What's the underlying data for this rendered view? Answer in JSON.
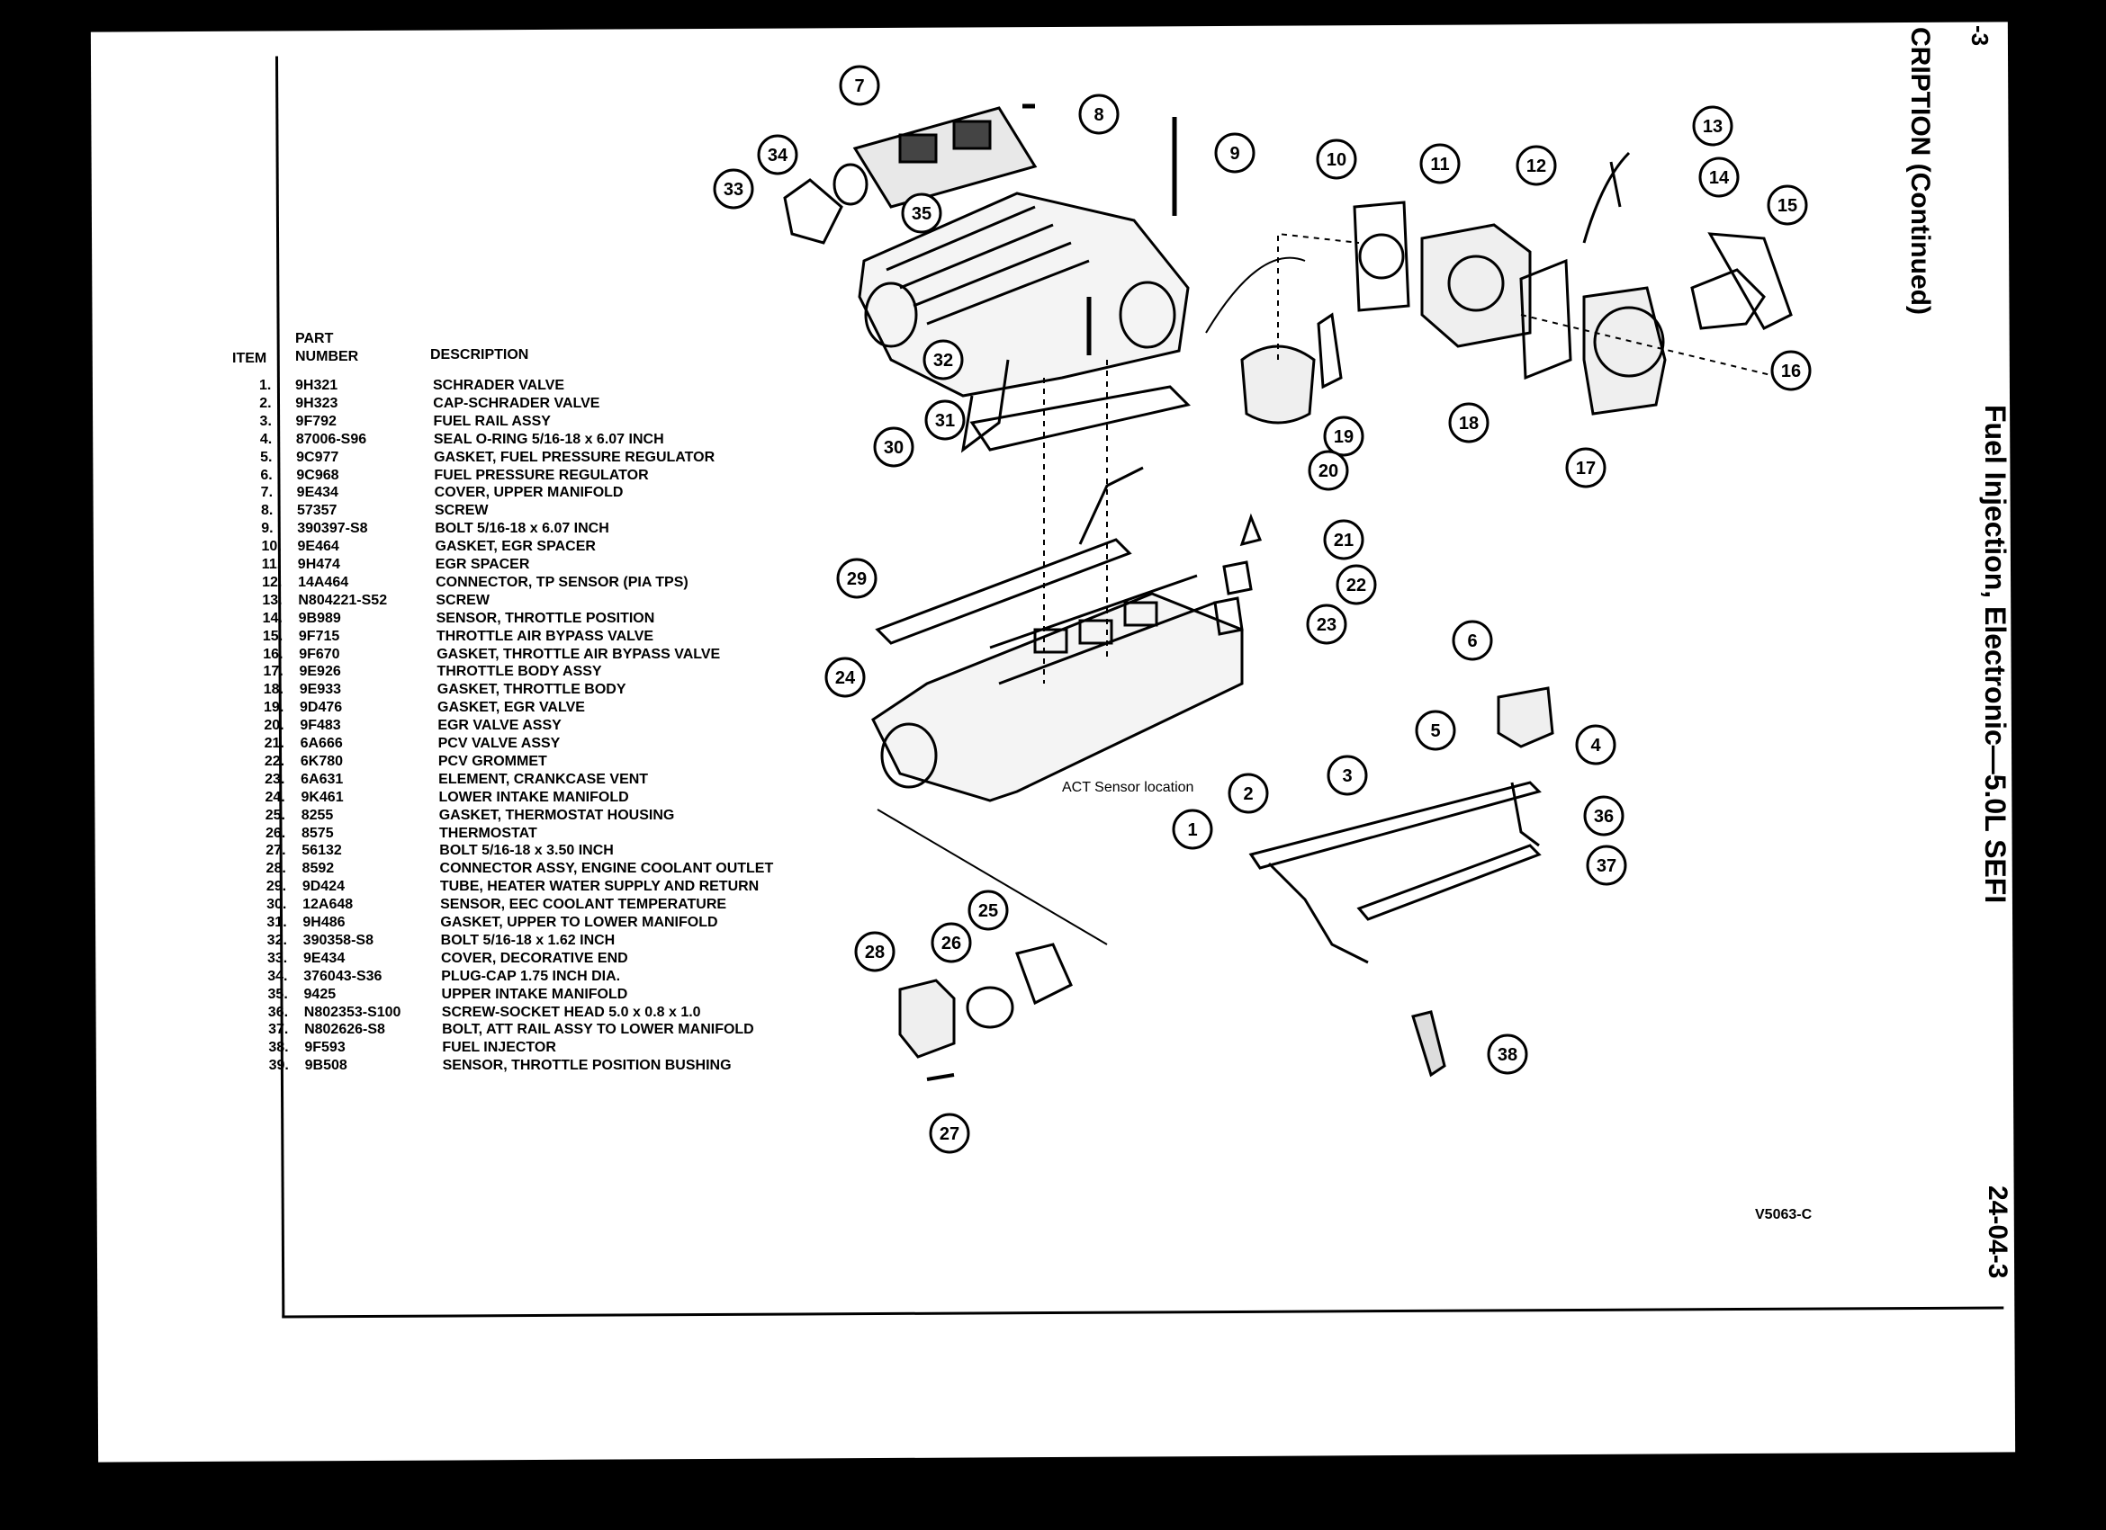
{
  "header": {
    "section": "CRIPTION (Continued)",
    "page_tab": "-3",
    "chapter_title": "Fuel Injection, Electronic—5.0L SEFI",
    "page_number": "24-04-3"
  },
  "table": {
    "col_item": "ITEM",
    "col_part_top": "PART",
    "col_part_bottom": "NUMBER",
    "col_desc": "DESCRIPTION",
    "rows": [
      {
        "item": "1.",
        "part": "9H321",
        "desc": "SCHRADER VALVE"
      },
      {
        "item": "2.",
        "part": "9H323",
        "desc": "CAP-SCHRADER VALVE"
      },
      {
        "item": "3.",
        "part": "9F792",
        "desc": "FUEL RAIL ASSY"
      },
      {
        "item": "4.",
        "part": "87006-S96",
        "desc": "SEAL O-RING 5/16-18 x 6.07 INCH"
      },
      {
        "item": "5.",
        "part": "9C977",
        "desc": "GASKET, FUEL PRESSURE REGULATOR"
      },
      {
        "item": "6.",
        "part": "9C968",
        "desc": "FUEL PRESSURE REGULATOR"
      },
      {
        "item": "7.",
        "part": "9E434",
        "desc": "COVER, UPPER MANIFOLD"
      },
      {
        "item": "8.",
        "part": "57357",
        "desc": "SCREW"
      },
      {
        "item": "9.",
        "part": "390397-S8",
        "desc": "BOLT 5/16-18 x 6.07 INCH"
      },
      {
        "item": "10.",
        "part": "9E464",
        "desc": "GASKET, EGR SPACER"
      },
      {
        "item": "11.",
        "part": "9H474",
        "desc": "EGR SPACER"
      },
      {
        "item": "12.",
        "part": "14A464",
        "desc": "CONNECTOR, TP SENSOR (PIA TPS)"
      },
      {
        "item": "13.",
        "part": "N804221-S52",
        "desc": "SCREW"
      },
      {
        "item": "14.",
        "part": "9B989",
        "desc": "SENSOR, THROTTLE POSITION"
      },
      {
        "item": "15.",
        "part": "9F715",
        "desc": "THROTTLE AIR BYPASS VALVE"
      },
      {
        "item": "16.",
        "part": "9F670",
        "desc": "GASKET, THROTTLE AIR BYPASS VALVE"
      },
      {
        "item": "17.",
        "part": "9E926",
        "desc": "THROTTLE BODY ASSY"
      },
      {
        "item": "18.",
        "part": "9E933",
        "desc": "GASKET, THROTTLE BODY"
      },
      {
        "item": "19.",
        "part": "9D476",
        "desc": "GASKET, EGR VALVE"
      },
      {
        "item": "20.",
        "part": "9F483",
        "desc": "EGR VALVE ASSY"
      },
      {
        "item": "21.",
        "part": "6A666",
        "desc": "PCV VALVE ASSY"
      },
      {
        "item": "22.",
        "part": "6K780",
        "desc": "PCV GROMMET"
      },
      {
        "item": "23.",
        "part": "6A631",
        "desc": "ELEMENT, CRANKCASE VENT"
      },
      {
        "item": "24.",
        "part": "9K461",
        "desc": "LOWER INTAKE MANIFOLD"
      },
      {
        "item": "25.",
        "part": "8255",
        "desc": "GASKET, THERMOSTAT HOUSING"
      },
      {
        "item": "26.",
        "part": "8575",
        "desc": "THERMOSTAT"
      },
      {
        "item": "27.",
        "part": "56132",
        "desc": "BOLT 5/16-18 x 3.50 INCH"
      },
      {
        "item": "28.",
        "part": "8592",
        "desc": "CONNECTOR ASSY, ENGINE COOLANT OUTLET"
      },
      {
        "item": "29.",
        "part": "9D424",
        "desc": "TUBE, HEATER WATER SUPPLY AND RETURN"
      },
      {
        "item": "30.",
        "part": "12A648",
        "desc": "SENSOR, EEC COOLANT TEMPERATURE"
      },
      {
        "item": "31.",
        "part": "9H486",
        "desc": "GASKET, UPPER TO LOWER MANIFOLD"
      },
      {
        "item": "32.",
        "part": "390358-S8",
        "desc": "BOLT 5/16-18 x 1.62 INCH"
      },
      {
        "item": "33.",
        "part": "9E434",
        "desc": "COVER, DECORATIVE END"
      },
      {
        "item": "34.",
        "part": "376043-S36",
        "desc": "PLUG-CAP 1.75 INCH DIA."
      },
      {
        "item": "35.",
        "part": "9425",
        "desc": "UPPER INTAKE MANIFOLD"
      },
      {
        "item": "36.",
        "part": "N802353-S100",
        "desc": "SCREW-SOCKET HEAD 5.0 x 0.8 x 1.0"
      },
      {
        "item": "37.",
        "part": "N802626-S8",
        "desc": "BOLT, ATT RAIL ASSY TO LOWER MANIFOLD"
      },
      {
        "item": "38.",
        "part": "9F593",
        "desc": "FUEL INJECTOR"
      },
      {
        "item": "39.",
        "part": "9B508",
        "desc": "SENSOR, THROTTLE POSITION BUSHING"
      }
    ]
  },
  "diagram": {
    "annotation": "ACT Sensor location",
    "figure_code": "V5063-C",
    "callouts": [
      "1",
      "2",
      "3",
      "4",
      "5",
      "6",
      "7",
      "8",
      "9",
      "10",
      "11",
      "12",
      "13",
      "14",
      "15",
      "16",
      "17",
      "18",
      "19",
      "20",
      "21",
      "22",
      "23",
      "24",
      "25",
      "26",
      "27",
      "28",
      "29",
      "30",
      "31",
      "32",
      "33",
      "34",
      "35",
      "36",
      "37",
      "38"
    ]
  }
}
